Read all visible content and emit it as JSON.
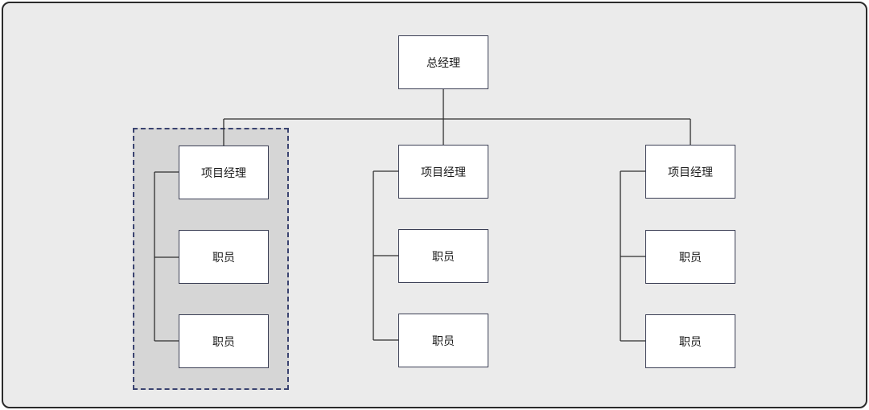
{
  "org_chart": {
    "ceo": {
      "label": "总经理"
    },
    "teams": [
      {
        "manager": "项目经理",
        "staff": [
          "职员",
          "职员"
        ],
        "highlighted": true
      },
      {
        "manager": "项目经理",
        "staff": [
          "职员",
          "职员"
        ],
        "highlighted": false
      },
      {
        "manager": "项目经理",
        "staff": [
          "职员",
          "职员"
        ],
        "highlighted": false
      }
    ]
  },
  "colors": {
    "background": "#ebebeb",
    "highlight_fill": "#d6d6d6",
    "highlight_border": "#3a4370",
    "node_border": "#3b3f55",
    "connector": "#2f2f2f"
  }
}
